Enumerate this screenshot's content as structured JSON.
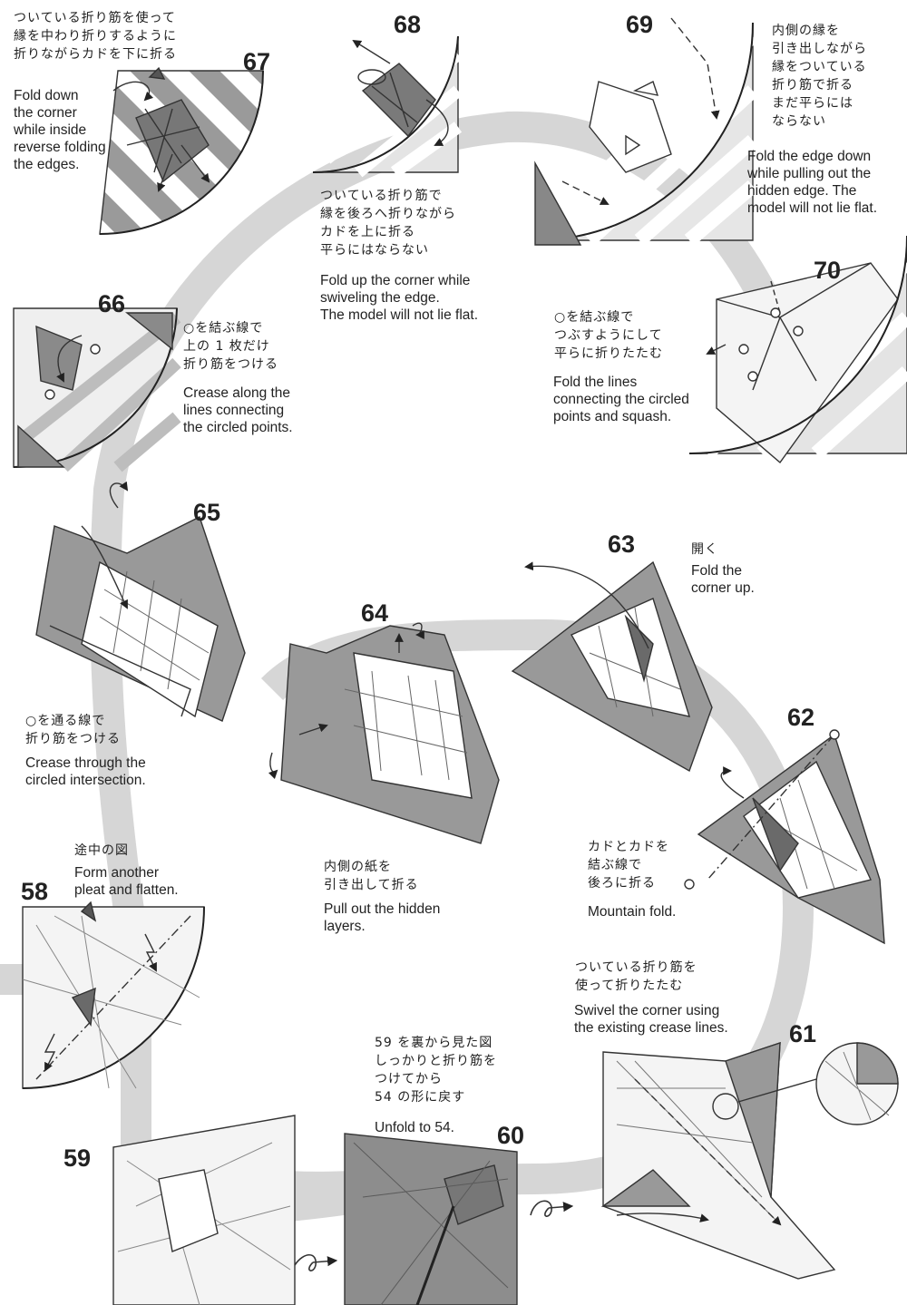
{
  "steps": {
    "s58": {
      "number": "58",
      "jp": [
        "途中の図"
      ],
      "en": [
        "Form another",
        "pleat and flatten."
      ]
    },
    "s59": {
      "number": "59",
      "jp": [
        "59 を裏から見た図",
        "しっかりと折り筋を",
        "つけてから",
        "54 の形に戻す"
      ],
      "en": [
        "Unfold to 54."
      ]
    },
    "s60": {
      "number": "60",
      "jp": [
        "内側の紙を",
        "引き出して折る"
      ],
      "en": [
        "Pull out the hidden",
        "layers."
      ]
    },
    "s61": {
      "number": "61",
      "jp": [
        "ついている折り筋を",
        "使って折りたたむ"
      ],
      "en": [
        "Swivel the corner using",
        "the existing crease lines."
      ]
    },
    "s62": {
      "number": "62",
      "jp": [
        "カドとカドを",
        "結ぶ線で",
        "後ろに折る"
      ],
      "en": [
        "Mountain fold."
      ]
    },
    "s63": {
      "number": "63",
      "jp": [
        "開く"
      ],
      "en": [
        "Fold the",
        "corner up."
      ]
    },
    "s64": {
      "number": "64"
    },
    "s65": {
      "number": "65",
      "jp": [
        "○を通る線で",
        "折り筋をつける"
      ],
      "en": [
        "Crease through the",
        "circled intersection."
      ]
    },
    "s66": {
      "number": "66",
      "jp": [
        "○を結ぶ線で",
        "上の 1 枚だけ",
        "折り筋をつける"
      ],
      "en": [
        "Crease along the",
        "lines connecting",
        "the circled points."
      ]
    },
    "s67": {
      "number": "67",
      "jp": [
        "ついている折り筋を使って",
        "縁を中わり折りするように",
        "折りながらカドを下に折る"
      ],
      "en": [
        "Fold down",
        "the corner",
        "while inside",
        "reverse folding",
        "the edges."
      ]
    },
    "s68": {
      "number": "68",
      "jp": [
        "ついている折り筋で",
        "縁を後ろへ折りながら",
        "カドを上に折る",
        "平らにはならない"
      ],
      "en": [
        "Fold up the corner while",
        "swiveling the edge.",
        "The model will not lie flat."
      ]
    },
    "s69": {
      "number": "69",
      "jp": [
        "内側の縁を",
        "引き出しながら",
        "縁をついている",
        "折り筋で折る",
        "まだ平らには",
        "ならない"
      ],
      "en": [
        "Fold the edge down",
        "while pulling out the",
        "hidden edge.  The",
        "model will not lie flat."
      ]
    },
    "s70": {
      "number": "70",
      "jp": [
        "○を結ぶ線で",
        "つぶすようにして",
        "平らに折りたたむ"
      ],
      "en": [
        "Fold the lines",
        "connecting the circled",
        "points and squash."
      ]
    }
  }
}
